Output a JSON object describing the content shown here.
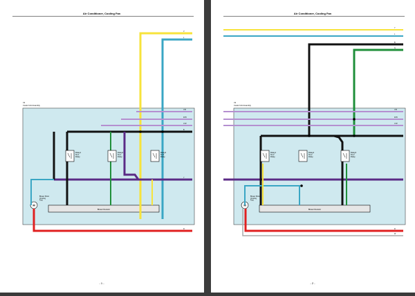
{
  "document": {
    "pages": [
      {
        "title": "Air Conditioner, Cooling Fan",
        "footer": "- 1 -",
        "box_ref": "V2",
        "box_name": "Cooler Unit Assembly",
        "relays": [
          {
            "label": "Relay1\nNo.1\nRelay"
          },
          {
            "label": "Relay2\nNo.1\nRelay"
          },
          {
            "label": "Relay3\nNo.1\nRelay"
          }
        ],
        "motor_label": "Blower Motor\n(Cooling\nFan)",
        "resistor_label": "Blower Resistor",
        "connector_labels": [
          "V",
          "L",
          "B",
          "V-B",
          "W-B",
          "V-W",
          "L-B",
          "G-B",
          "Y",
          "R",
          "W"
        ]
      },
      {
        "title": "Air Conditioner, Cooling Fan",
        "footer": "- 2 -",
        "box_ref": "V2",
        "box_name": "Cooler Unit Assembly",
        "relays": [
          {
            "label": "Relay1\nNo.2\nRelay"
          },
          {
            "label": "Relay2\nNo.2\nRelay"
          },
          {
            "label": "Relay3\nNo.2\nRelay"
          }
        ],
        "motor_label": "Blower Motor\n(Cooling\nFan)",
        "resistor_label": "Blower Resistor",
        "connector_labels": [
          "Y",
          "L",
          "B",
          "G",
          "V-B",
          "W-B",
          "V-W",
          "L-B",
          "G-B",
          "R",
          "W"
        ]
      }
    ]
  },
  "wire_colors": {
    "yellow": "#f7e33b",
    "blue": "#3aa6c4",
    "black": "#111111",
    "purple": "#5b2a86",
    "lilac": "#b58fd0",
    "red": "#e02020",
    "green": "#1f8f3a",
    "white": "#dddddd",
    "panel": "#cfe9ef"
  }
}
